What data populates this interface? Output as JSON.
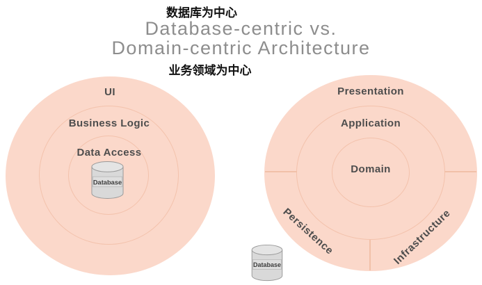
{
  "header": {
    "caption_top": "数据库为中心",
    "title_line1": "Database-centric vs.",
    "title_line2": "Domain-centric Architecture",
    "caption_bottom": "业务领域为中心"
  },
  "left_diagram": {
    "name": "Database-centric",
    "layers": [
      "UI",
      "Business Logic",
      "Data Access"
    ],
    "database_label": "Database"
  },
  "right_diagram": {
    "name": "Domain-centric",
    "layers": [
      "Presentation",
      "Application",
      "Domain"
    ],
    "segments": [
      "Persistence",
      "Infrastructure"
    ],
    "database_label": "Database"
  },
  "colors": {
    "page_background": "#ffffff",
    "circle_fill": "#fbd8ca",
    "circle_border": "#f3c2ac",
    "layer_text": "#4d4d4d",
    "title_text": "#8d8d8d",
    "caption_text": "#111111",
    "cylinder_fill": "#d9d9d9",
    "cylinder_top_fill": "#e4e4e4",
    "cylinder_border": "#999999"
  }
}
